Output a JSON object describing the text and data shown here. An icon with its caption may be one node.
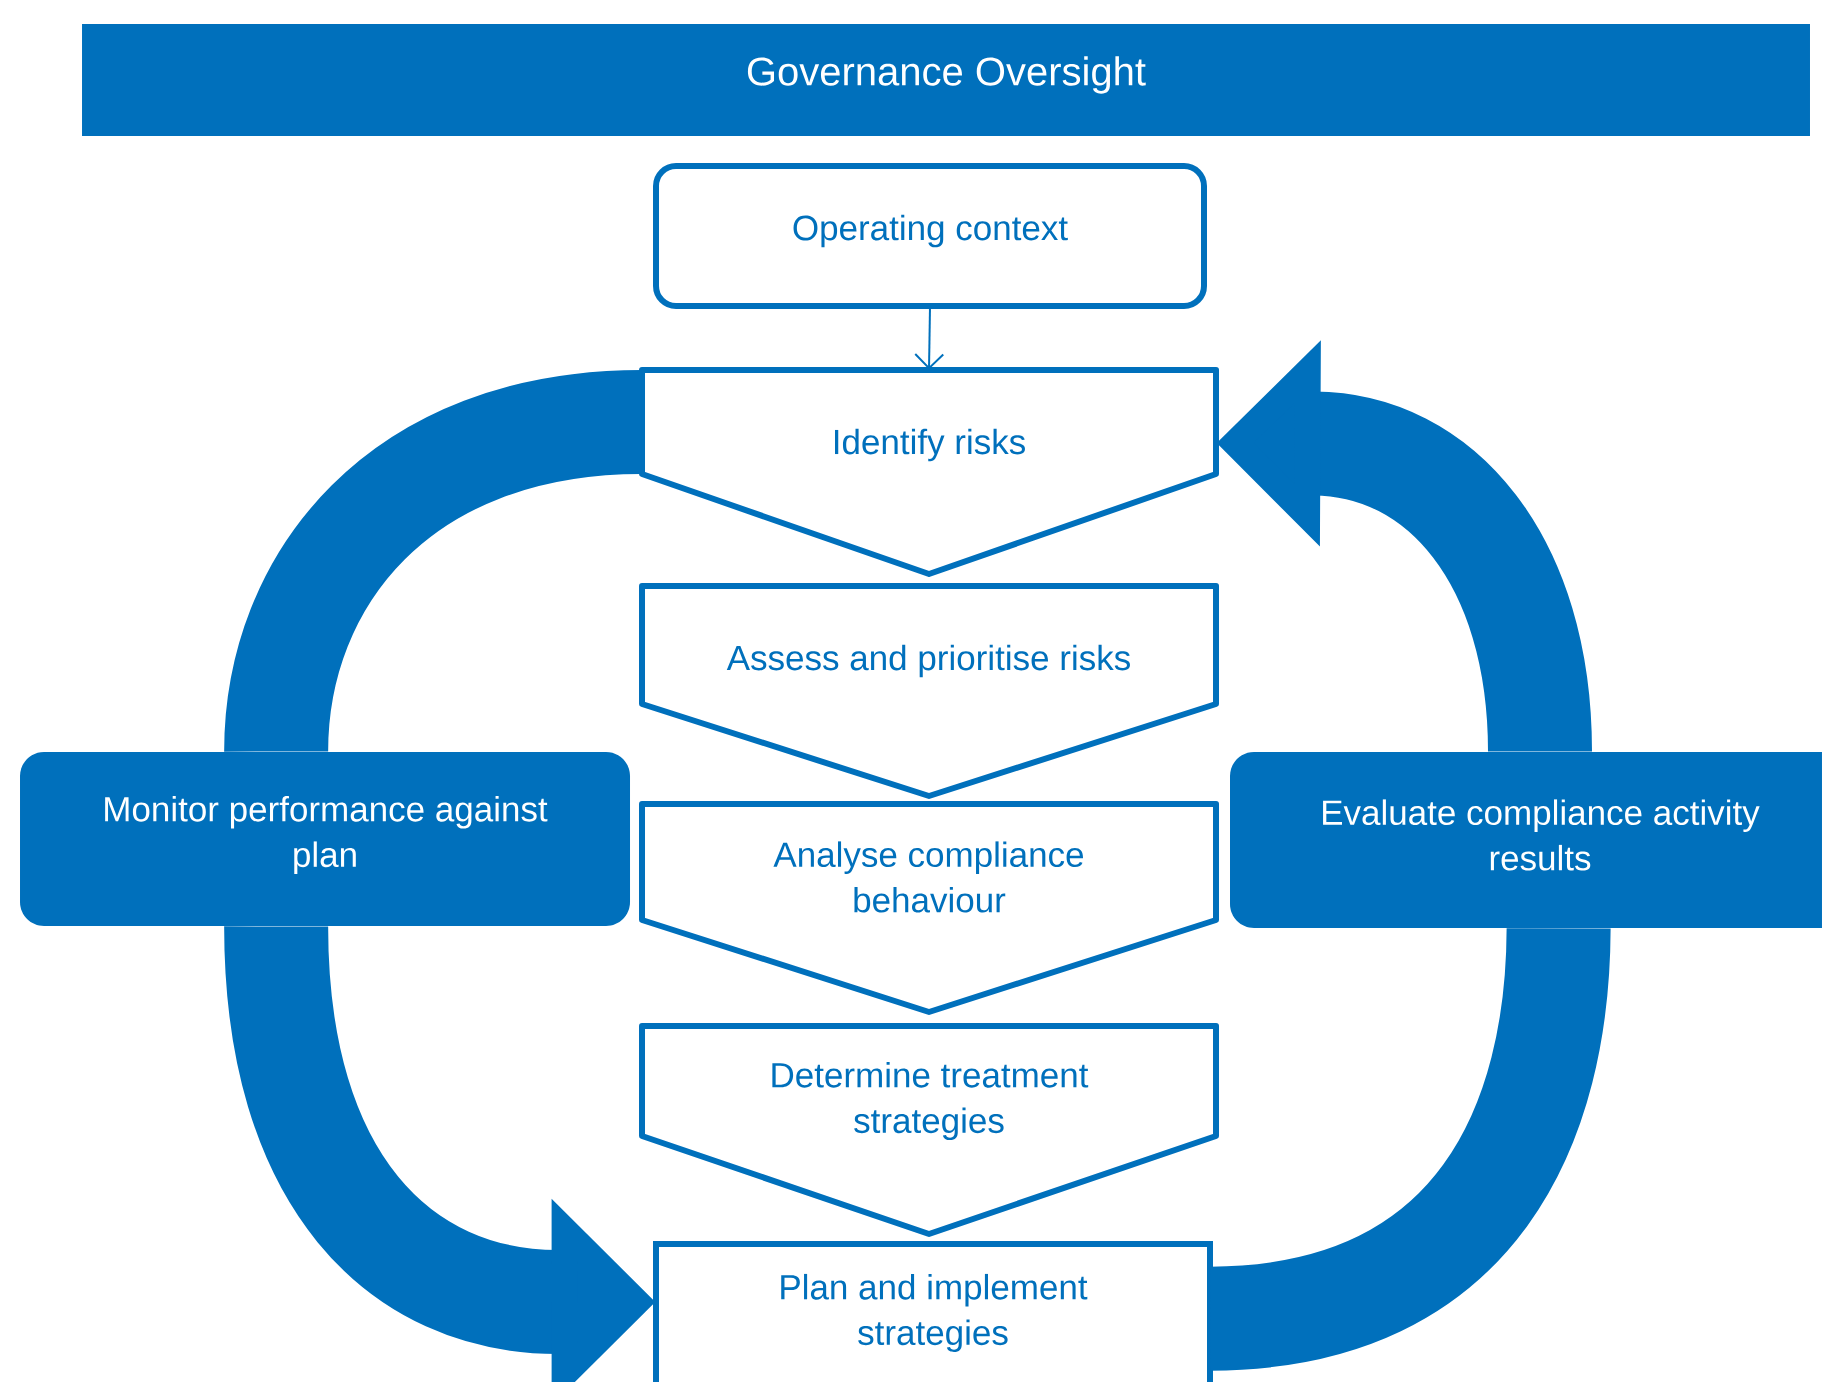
{
  "diagram": {
    "nodes": [
      {
        "text": [
          "Governance Oversight"
        ]
      },
      {
        "text": [
          "Operating context"
        ]
      },
      {
        "text": [
          "Identify risks"
        ]
      },
      {
        "text": [
          "Assess and prioritise risks"
        ]
      },
      {
        "text": [
          "Analyse compliance behaviour"
        ]
      },
      {
        "text": [
          "Determine treatment strategies"
        ]
      },
      {
        "text": [
          "Plan and implement strategies"
        ]
      },
      {
        "text": [
          "Monitor performance against plan"
        ]
      },
      {
        "text": [
          "Evaluate compliance activity results"
        ]
      }
    ],
    "edges": [
      {
        "from": 1,
        "to": 2,
        "arrow": "to"
      },
      {
        "from": 2,
        "to": 7,
        "arrow": "none"
      },
      {
        "from": 7,
        "to": 6,
        "arrow": "to"
      },
      {
        "from": 6,
        "to": 8,
        "arrow": "none"
      },
      {
        "from": 8,
        "to": 2,
        "arrow": "to"
      }
    ]
  }
}
